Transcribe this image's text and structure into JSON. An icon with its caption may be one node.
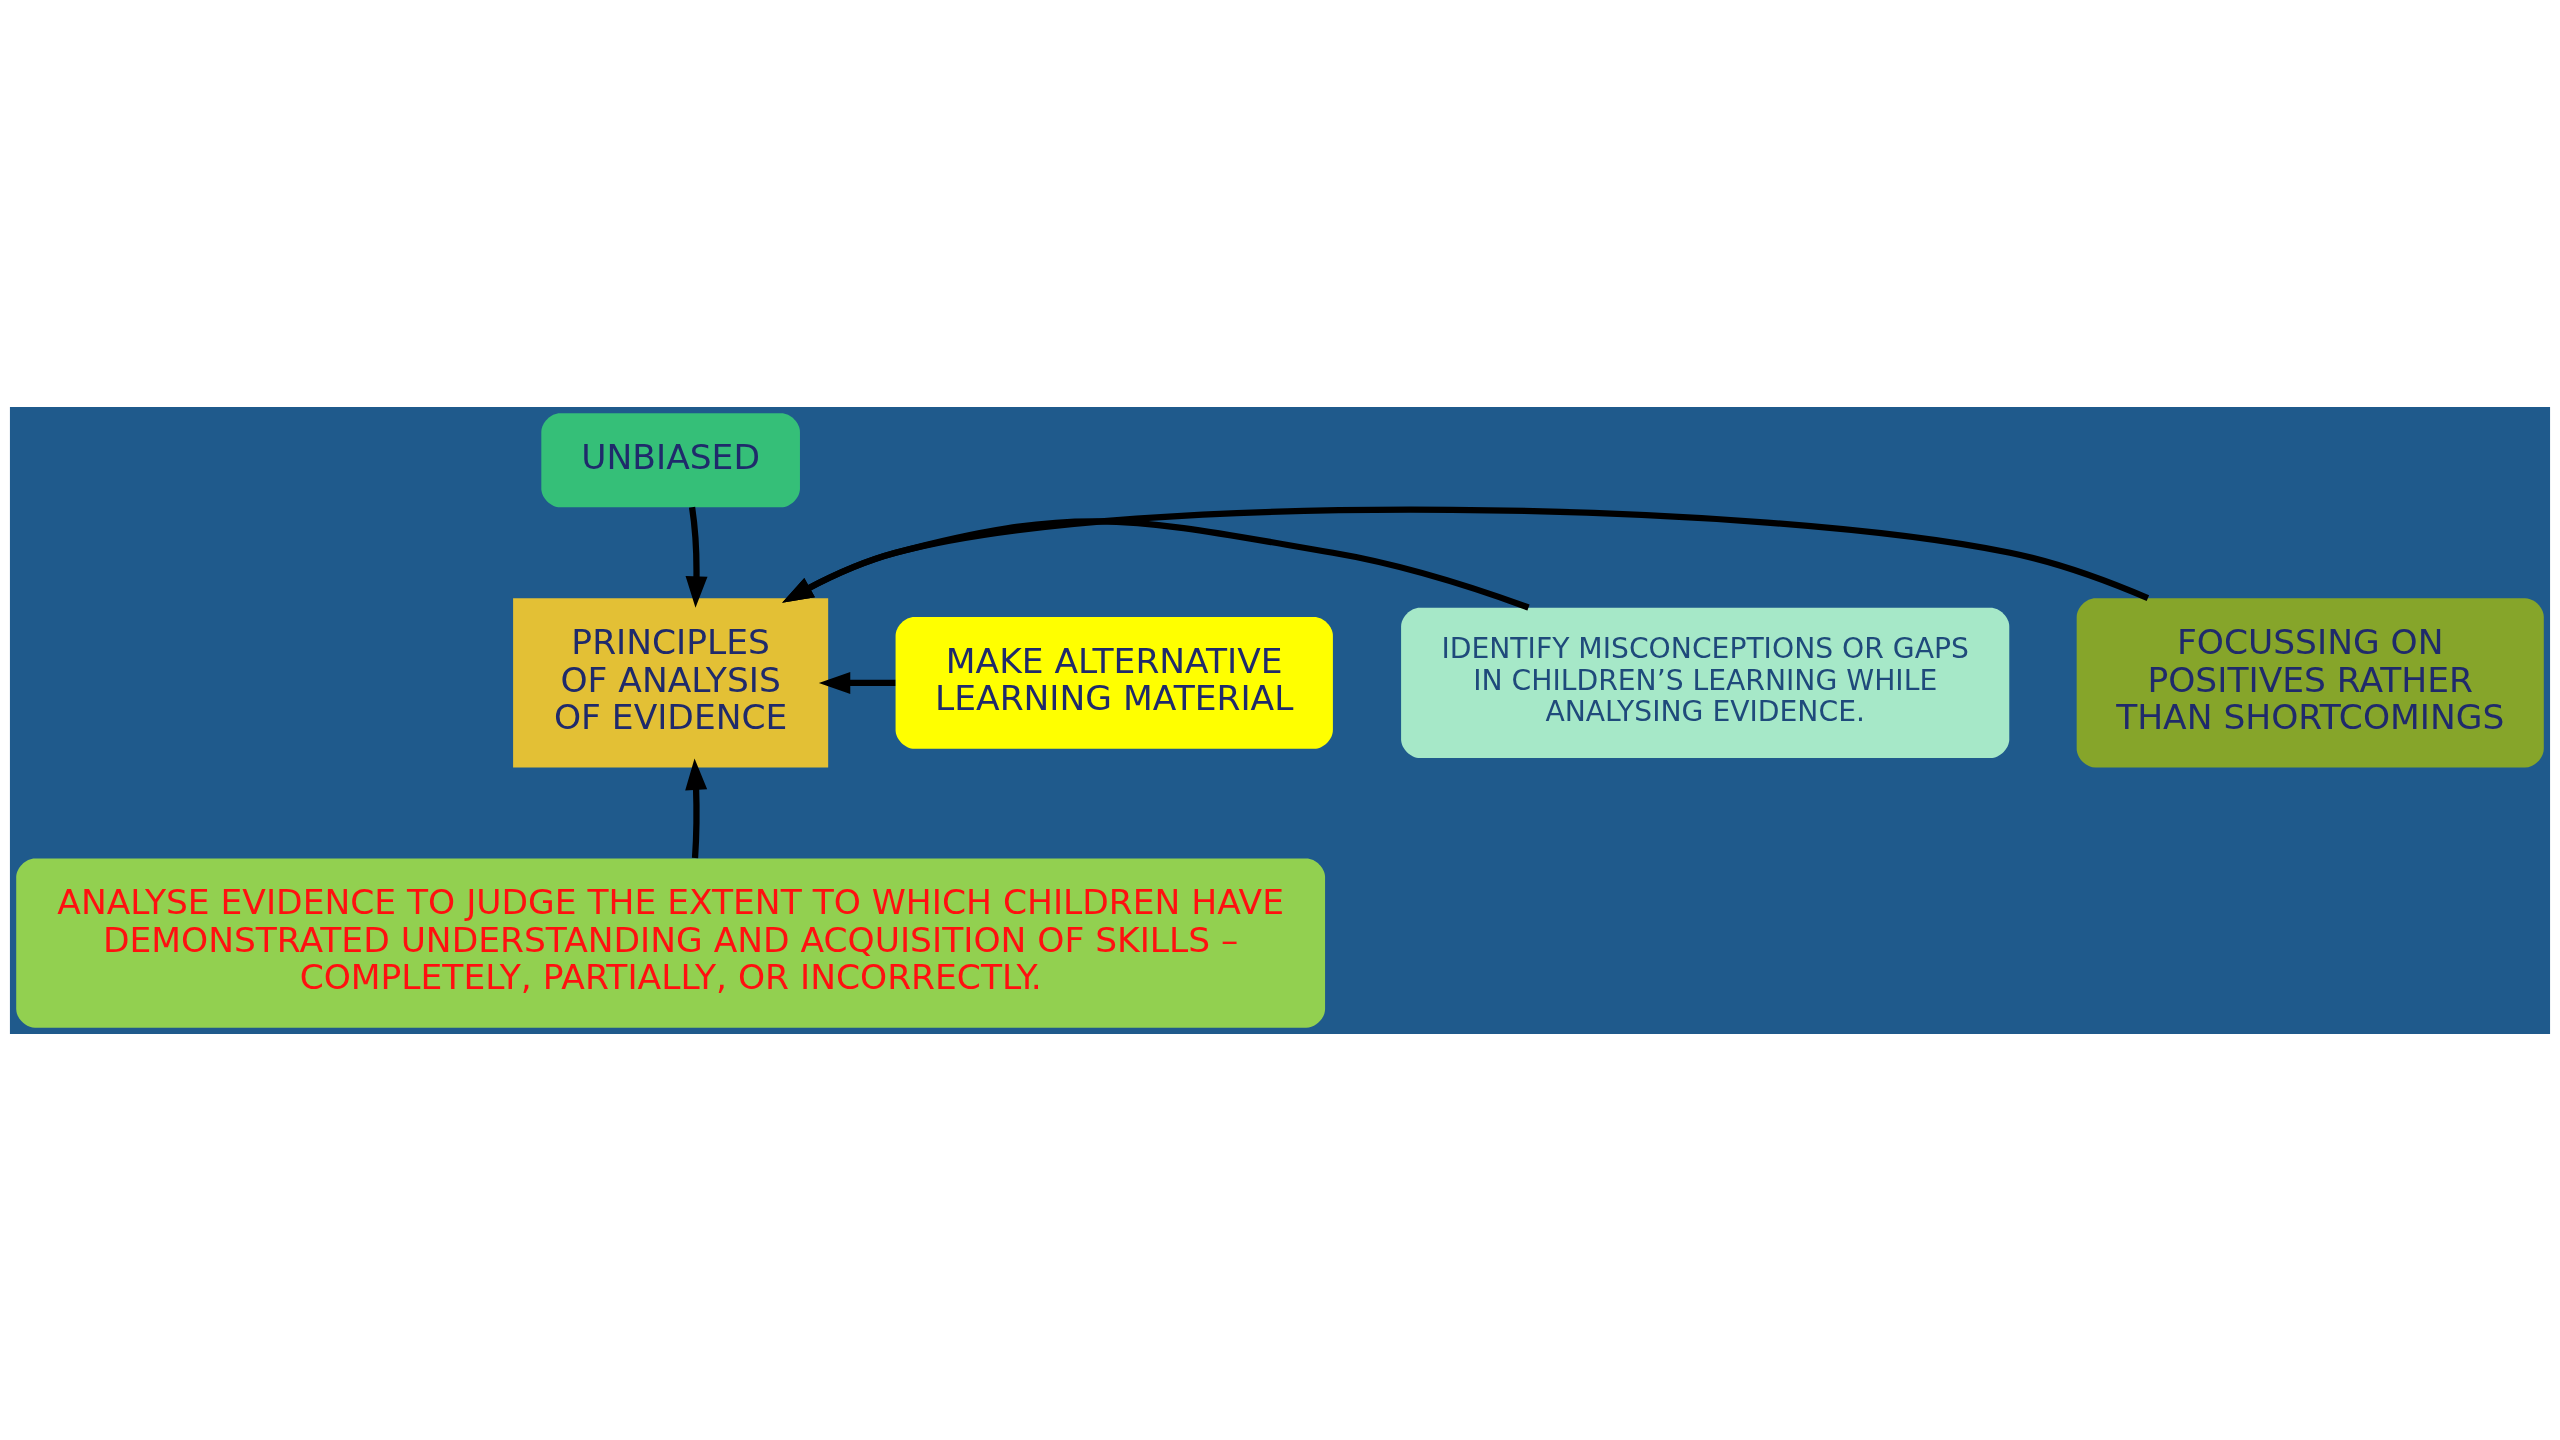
{
  "diagram": {
    "nodes": [
      {
        "text": [
          "PRINCIPLES OF ANALYSIS OF EVIDENCE"
        ]
      },
      {
        "text": [
          "UNBIASED"
        ]
      },
      {
        "text": [
          "MAKE ALTERNATIVE LEARNING MATERIAL"
        ]
      },
      {
        "text": [
          "IDENTIFY MISCONCEPTIONS OR GAPS IN CHILDREN’S LEARNING WHILE ANALYSING EVIDENCE."
        ]
      },
      {
        "text": [
          "FOCUSSING ON POSITIVES RATHER THAN SHORTCOMINGS"
        ]
      },
      {
        "text": [
          "ANALYSE EVIDENCE TO JUDGE THE EXTENT TO WHICH CHILDREN HAVE DEMONSTRATED UNDERSTANDING AND ACQUISITION OF SKILLS – COMPLETELY, PARTIALLY, OR INCORRECTLY."
        ]
      }
    ],
    "edges": [
      {
        "from": 1,
        "to": 0,
        "arrow": "to"
      },
      {
        "from": 2,
        "to": 0,
        "arrow": "to"
      },
      {
        "from": 3,
        "to": 0,
        "arrow": "to"
      },
      {
        "from": 4,
        "to": 0,
        "arrow": "to"
      },
      {
        "from": 5,
        "to": 0,
        "arrow": "to"
      }
    ]
  }
}
